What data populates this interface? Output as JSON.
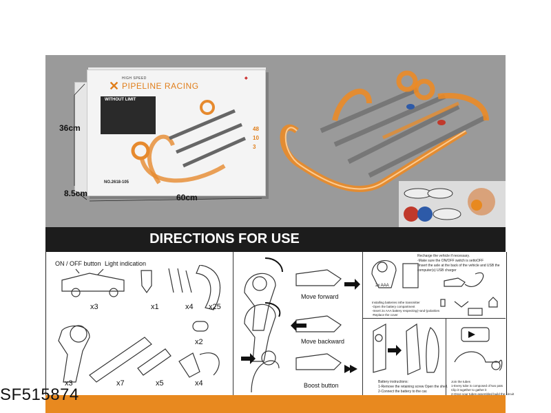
{
  "product": {
    "brand_small": "HIGH SPEED",
    "brand_name": "PIPELINE RACING",
    "box_banner": "WITHOUT LIMIT",
    "box_model": "NO.2618-105",
    "box_stat_1": "48",
    "box_stat_2": "10",
    "box_stat_3": "3"
  },
  "dimensions": {
    "height": "36cm",
    "depth": "8.5cm",
    "width": "60cm"
  },
  "directions": {
    "title": "DIRECTIONS FOR USE"
  },
  "parts": {
    "onoff_label": "ON / OFF button",
    "light_label": "Light indication",
    "car_qty": "x3",
    "connector_qty": "x1",
    "clip_qty": "x4",
    "curve_qty": "x25",
    "small_tube_qty": "x2",
    "launcher_qty": "x3",
    "long_tube_qty": "x7",
    "short_tube_qty": "x5",
    "funnel_qty": "x4"
  },
  "controls": {
    "forward": "Move forward",
    "backward": "Move backward",
    "boost": "Boost button"
  },
  "charging": {
    "notes": [
      "Recharge the vehicle if necessary.",
      "-Make sure the ON/OFF switch is settoOFF",
      "-Insert the axle at the back of the vehicle and USB the",
      "computer(s) USB charger"
    ],
    "battery_label": "2x AAA",
    "install_notes": [
      "Installing batteries inthe transmitter",
      "-Open the battery compartment",
      "-Insert 2x AAA battery respecting(+and-)polarities",
      "-Replace the cover"
    ]
  },
  "battery_instructions": {
    "title": "Battery instructions:",
    "steps": [
      "1-Remove the retaining screw Open the shell.",
      "2-Connect the battery to the car."
    ]
  },
  "join_tubes": {
    "title": "Join the tubes",
    "steps": [
      "1-Every tube is composed of two pats",
      "   Clip it together to gather it",
      "2-Once your tubes assembled build the circuit"
    ]
  },
  "sku": "SF515874",
  "colors": {
    "accent_orange": "#e8891f",
    "panel_gray": "#9a9a9a",
    "band_dark": "#1c1c1c"
  }
}
